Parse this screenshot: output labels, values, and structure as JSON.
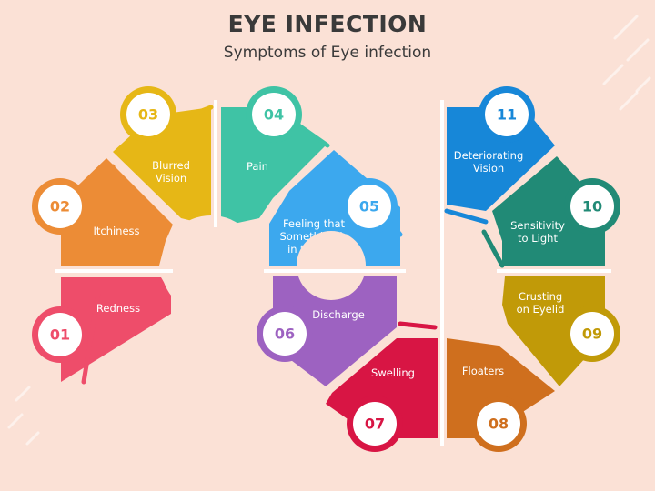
{
  "header": {
    "title": "EYE INFECTION",
    "subtitle": "Symptoms of Eye infection"
  },
  "colors": {
    "background": "#fbe1d6",
    "inner_circle": "#fbe1d6"
  },
  "segments": [
    {
      "number": "01",
      "lines": [
        "Redness"
      ],
      "color": "#ee4d6a"
    },
    {
      "number": "02",
      "lines": [
        "Itchiness"
      ],
      "color": "#ec8c36"
    },
    {
      "number": "03",
      "lines": [
        "Blurred",
        "Vision"
      ],
      "color": "#e6b716"
    },
    {
      "number": "04",
      "lines": [
        "Pain"
      ],
      "color": "#3fc3a5"
    },
    {
      "number": "05",
      "lines": [
        "Feeling that",
        "Something is",
        "in the Eye"
      ],
      "color": "#3ca8ee"
    },
    {
      "number": "06",
      "lines": [
        "Discharge"
      ],
      "color": "#9d62c1"
    },
    {
      "number": "07",
      "lines": [
        "Swelling"
      ],
      "color": "#d81544"
    },
    {
      "number": "08",
      "lines": [
        "Floaters"
      ],
      "color": "#cf6f1e"
    },
    {
      "number": "09",
      "lines": [
        "Crusting",
        "on Eyelid"
      ],
      "color": "#c19a08"
    },
    {
      "number": "10",
      "lines": [
        "Sensitivity",
        "to Light"
      ],
      "color": "#218a76"
    },
    {
      "number": "11",
      "lines": [
        "Deteriorating",
        "Vision"
      ],
      "color": "#1787d8"
    }
  ]
}
